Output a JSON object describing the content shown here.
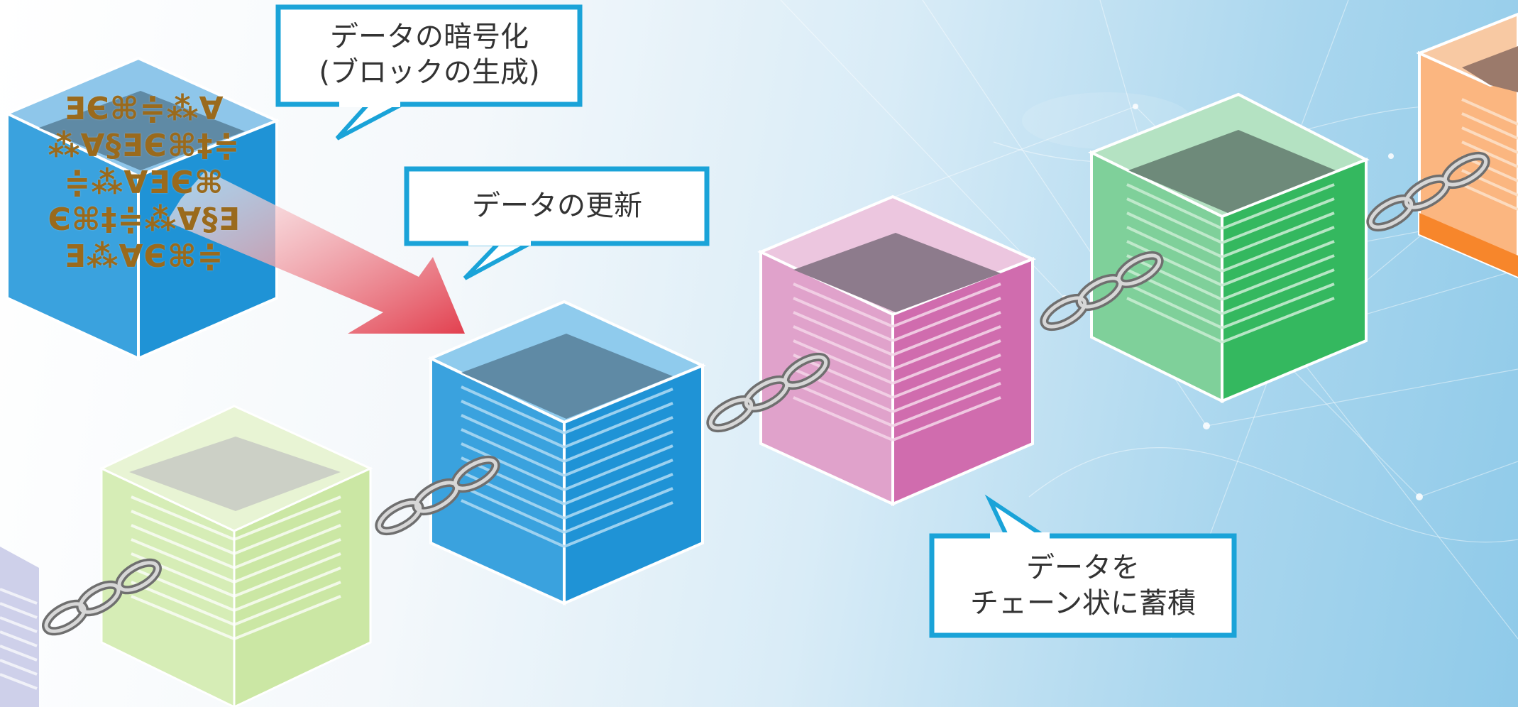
{
  "callouts": {
    "encrypt": {
      "line1": "データの暗号化",
      "line2": "(ブロックの生成)"
    },
    "update": {
      "line1": "データの更新"
    },
    "chain": {
      "line1": "データを",
      "line2": "チェーン状に蓄積"
    }
  },
  "encrypted_glyphs": [
    "ƎЄ⌘≑⁂∀",
    "⁂∀§ƎЄ⌘‡≑",
    "≑⁂∀ƎЄ⌘",
    "Є⌘‡≑⁂∀§Ǝ",
    "Ǝ⁂∀Є⌘≑"
  ],
  "colors": {
    "blue_block": "#1f93d6",
    "pink_block": "#d06cae",
    "green_block": "#34b85f",
    "lime_block": "#cfe9a8",
    "orange_block": "#f7862b",
    "lavender_block": "#c9cbe8",
    "callout_border": "#1aa3d8",
    "arrow": "#e2404f",
    "encrypted_text": "#9a6a1c"
  }
}
